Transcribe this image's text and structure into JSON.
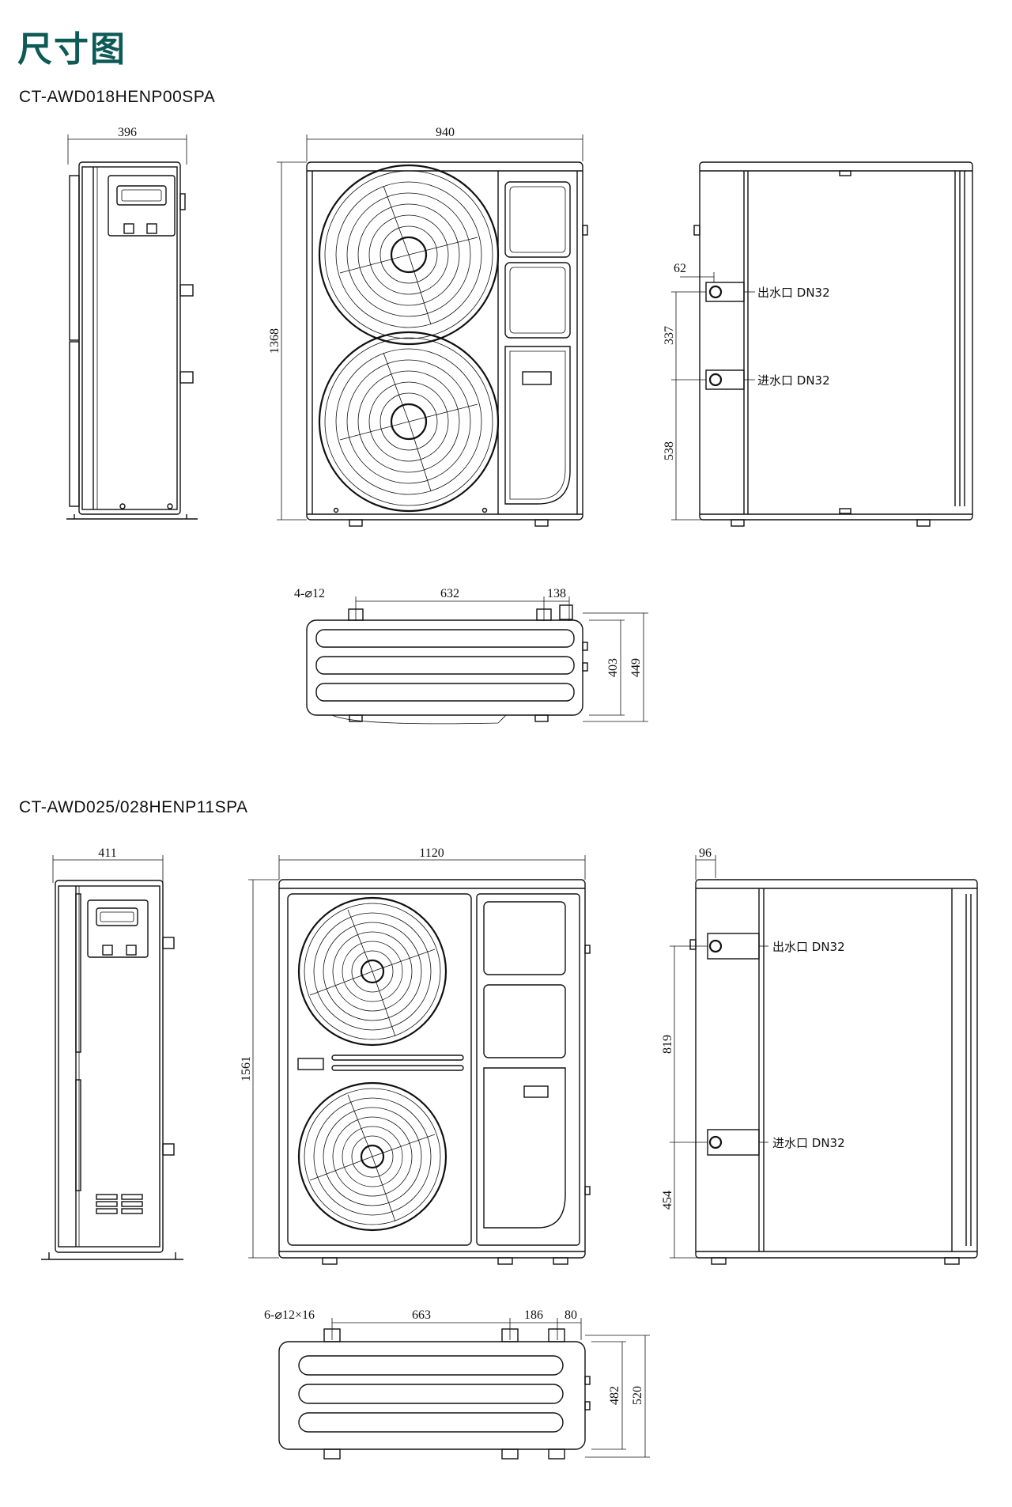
{
  "page": {
    "title": "尺寸图"
  },
  "models": [
    {
      "name": "CT-AWD018HENP00SPA",
      "dims": {
        "side_width": "396",
        "front_width": "940",
        "front_height": "1368",
        "outlet_offset": "62",
        "pipe_spacing": "337",
        "inlet_height": "538",
        "holes": "4-⌀12",
        "hole_spacing_a": "632",
        "hole_spacing_b": "138",
        "depth_inner": "403",
        "depth_outer": "449"
      },
      "labels": {
        "outlet": "出水口 DN32",
        "inlet": "进水口 DN32"
      }
    },
    {
      "name": "CT-AWD025/028HENP11SPA",
      "dims": {
        "side_width": "411",
        "front_width": "1120",
        "front_height": "1561",
        "outlet_offset": "96",
        "pipe_spacing": "819",
        "inlet_height": "454",
        "holes": "6-⌀12×16",
        "hole_spacing_a": "663",
        "hole_spacing_b": "186",
        "hole_spacing_c": "80",
        "depth_inner": "482",
        "depth_outer": "520"
      },
      "labels": {
        "outlet": "出水口 DN32",
        "inlet": "进水口 DN32"
      }
    }
  ]
}
